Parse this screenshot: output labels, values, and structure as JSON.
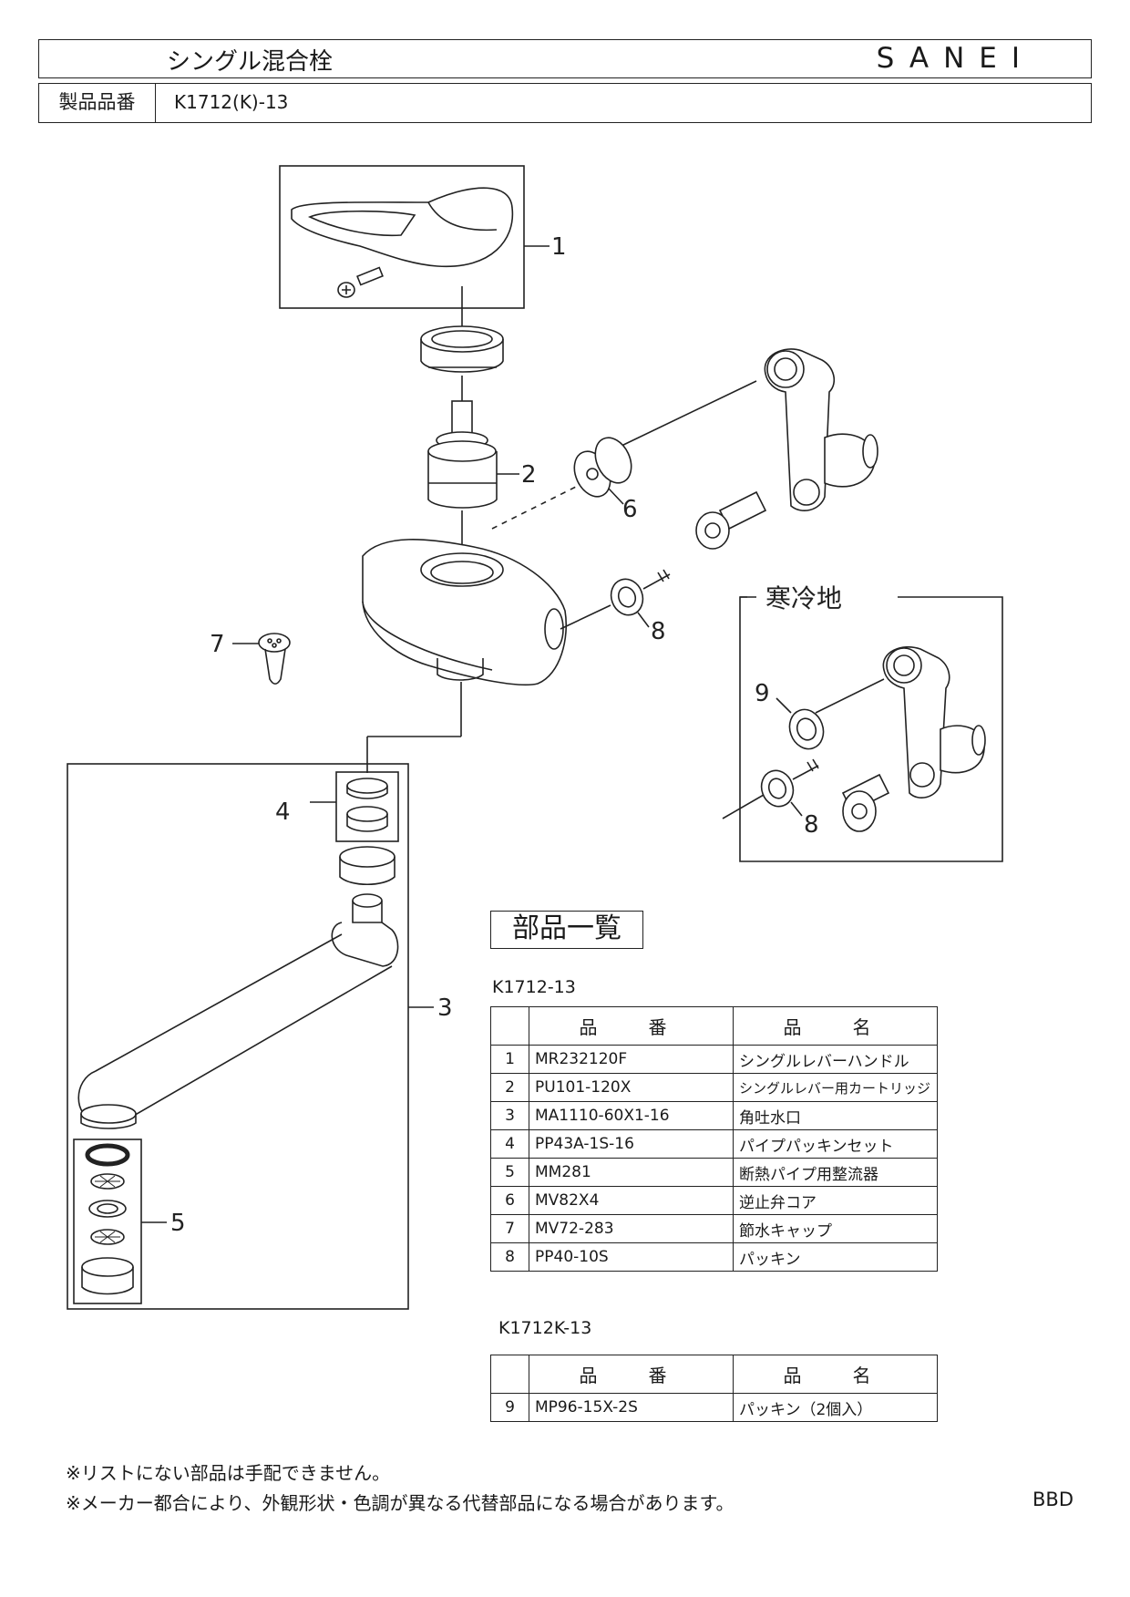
{
  "header": {
    "title": "シングル混合栓",
    "brand": "SANEI",
    "part_number_label": "製品品番",
    "part_number": "K1712(K)-13"
  },
  "diagram": {
    "callouts": [
      "1",
      "2",
      "3",
      "4",
      "5",
      "6",
      "7",
      "8",
      "9",
      "8"
    ],
    "cold_region_label": "寒冷地"
  },
  "parts_list": {
    "heading": "部品一覧",
    "columns": {
      "code": "品　番",
      "name": "品　名"
    },
    "tables": [
      {
        "model": "K1712-13",
        "rows": [
          {
            "no": "1",
            "code": "MR232120F",
            "name": "シングルレバーハンドル"
          },
          {
            "no": "2",
            "code": "PU101-120X",
            "name": "シングルレバー用カートリッジ"
          },
          {
            "no": "3",
            "code": "MA1110-60X1-16",
            "name": "角吐水口"
          },
          {
            "no": "4",
            "code": "PP43A-1S-16",
            "name": "パイプパッキンセット"
          },
          {
            "no": "5",
            "code": "MM281",
            "name": "断熱パイプ用整流器"
          },
          {
            "no": "6",
            "code": "MV82X4",
            "name": "逆止弁コア"
          },
          {
            "no": "7",
            "code": "MV72-283",
            "name": "節水キャップ"
          },
          {
            "no": "8",
            "code": "PP40-10S",
            "name": "パッキン"
          }
        ]
      },
      {
        "model": "K1712K-13",
        "rows": [
          {
            "no": "9",
            "code": "MP96-15X-2S",
            "name": "パッキン（2個入）"
          }
        ]
      }
    ]
  },
  "notes": [
    "※リストにない部品は手配できません。",
    "※メーカー都合により、外観形状・色調が異なる代替部品になる場合があります。"
  ],
  "doc_code": "BBD"
}
